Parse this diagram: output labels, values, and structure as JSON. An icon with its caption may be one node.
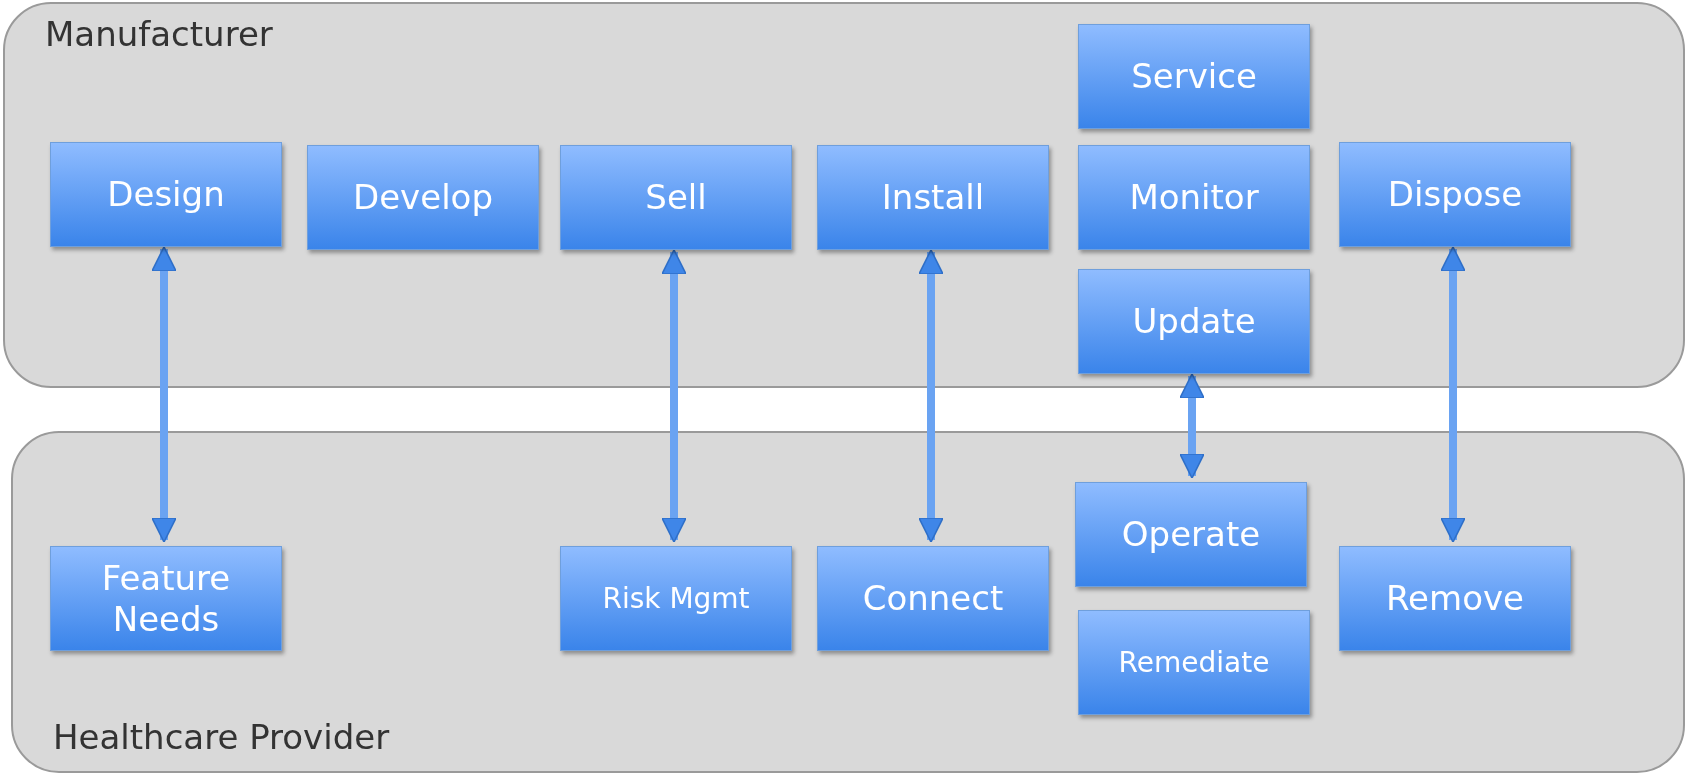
{
  "diagram": {
    "nodes": [
      {
        "text": [
          "Manufacturer"
        ]
      },
      {
        "text": [
          "Design"
        ],
        "in": 0
      },
      {
        "text": [
          "Develop"
        ],
        "in": 0
      },
      {
        "text": [
          "Sell"
        ],
        "in": 0
      },
      {
        "text": [
          "Install"
        ],
        "in": 0
      },
      {
        "text": [
          "Service"
        ],
        "in": 0
      },
      {
        "text": [
          "Monitor"
        ],
        "in": 0
      },
      {
        "text": [
          "Update"
        ],
        "in": 0
      },
      {
        "text": [
          "Dispose"
        ],
        "in": 0
      },
      {
        "text": [
          "Healthcare Provider"
        ]
      },
      {
        "text": [
          "Feature Needs"
        ],
        "in": 9
      },
      {
        "text": [
          "Risk Mgmt"
        ],
        "in": 9
      },
      {
        "text": [
          "Connect"
        ],
        "in": 9
      },
      {
        "text": [
          "Operate"
        ],
        "in": 9
      },
      {
        "text": [
          "Remediate"
        ],
        "in": 9
      },
      {
        "text": [
          "Remove"
        ],
        "in": 9
      }
    ],
    "edges": [
      {
        "from": 1,
        "to": 10,
        "arrow": "both"
      },
      {
        "from": 3,
        "to": 11,
        "arrow": "both"
      },
      {
        "from": 4,
        "to": 12,
        "arrow": "both"
      },
      {
        "from": 7,
        "to": 13,
        "arrow": "both"
      },
      {
        "from": 8,
        "to": 15,
        "arrow": "both"
      }
    ]
  }
}
